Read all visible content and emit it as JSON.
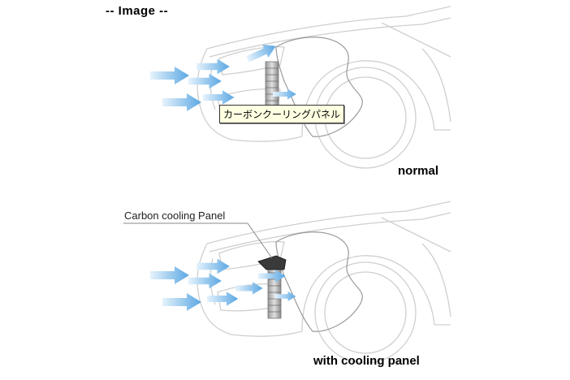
{
  "header": {
    "title": "-- Image --"
  },
  "panels": [
    {
      "caption": "normal",
      "tooltip": "カーボンクーリングパネル"
    },
    {
      "caption": "with cooling panel",
      "callout": "Carbon cooling Panel"
    }
  ],
  "colors": {
    "car_line": "#c8c8c8",
    "airflow_arrow": "#6fb3e8",
    "airflow_arrow_light": "#bfe0f7",
    "panel": "#3a3a3a",
    "tooltip_bg": "#ffffe1"
  }
}
